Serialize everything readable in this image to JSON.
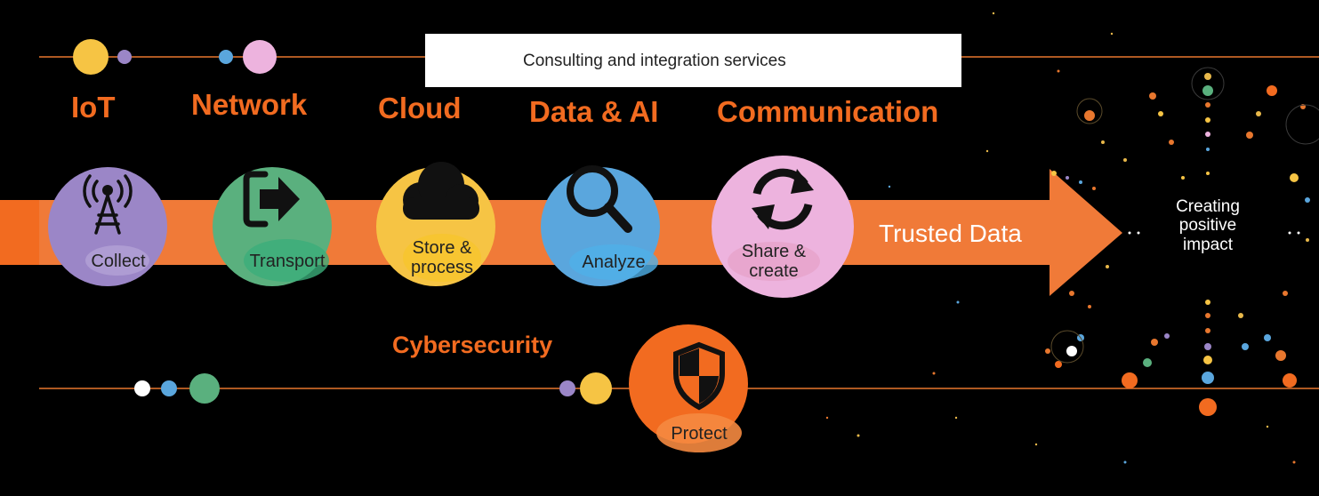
{
  "banner": {
    "text": "Consulting and integration services",
    "icon": "people-group-icon"
  },
  "categories": {
    "iot": "IoT",
    "network": "Network",
    "cloud": "Cloud",
    "data_ai": "Data & AI",
    "communication": "Communication",
    "cybersecurity": "Cybersecurity"
  },
  "steps": [
    {
      "label": "Collect",
      "icon": "antenna-icon",
      "color": "#9b86c7"
    },
    {
      "label": "Transport",
      "icon": "transfer-arrow-icon",
      "color": "#5ab07e"
    },
    {
      "label": "Store & process",
      "line1": "Store &",
      "line2": "process",
      "icon": "cloud-icon",
      "color": "#f6c444"
    },
    {
      "label": "Analyze",
      "icon": "magnifier-icon",
      "color": "#5aa6dd"
    },
    {
      "label": "Share & create",
      "line1": "Share &",
      "line2": "create",
      "icon": "refresh-icon",
      "color": "#edb3de"
    }
  ],
  "protect": {
    "label": "Protect",
    "icon": "shield-icon",
    "color": "#f26b20"
  },
  "arrow": {
    "label": "Trusted Data",
    "color": "#f07a38"
  },
  "outcome": {
    "line1": "Creating",
    "line2": "positive",
    "line3": "impact"
  }
}
